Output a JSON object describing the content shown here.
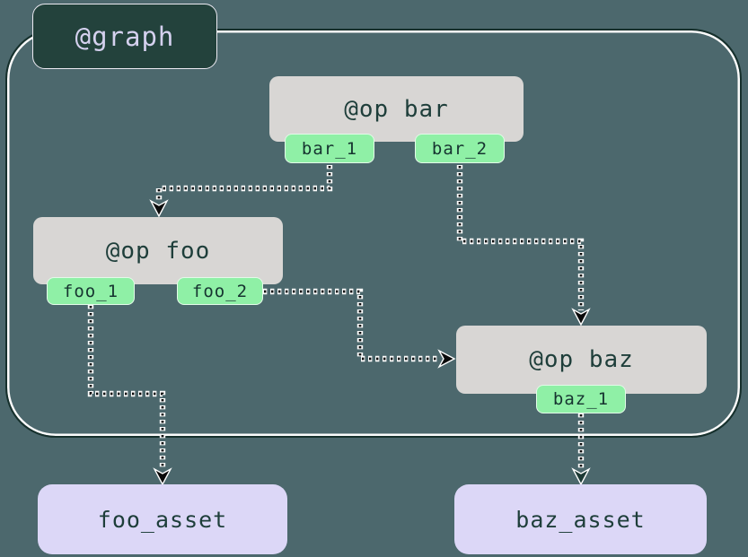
{
  "graph": {
    "label": "@graph"
  },
  "ops": [
    {
      "title": "@op bar",
      "outputs": [
        "bar_1",
        "bar_2"
      ]
    },
    {
      "title": "@op foo",
      "outputs": [
        "foo_1",
        "foo_2"
      ]
    },
    {
      "title": "@op baz",
      "outputs": [
        "baz_1"
      ]
    }
  ],
  "assets": [
    {
      "label": "foo_asset"
    },
    {
      "label": "baz_asset"
    }
  ],
  "edges": [
    {
      "from": "bar_1",
      "to": "@op foo"
    },
    {
      "from": "bar_2",
      "to": "@op baz"
    },
    {
      "from": "foo_2",
      "to": "@op baz"
    },
    {
      "from": "foo_1",
      "to": "foo_asset"
    },
    {
      "from": "baz_1",
      "to": "baz_asset"
    }
  ],
  "colors": {
    "background": "#4c686d",
    "graph_border": "#16302c",
    "graph_border_highlight": "#fbfbfb",
    "graph_label_bg": "#23423c",
    "graph_label_text": "#d5d1ef",
    "op_node_bg": "#d8d6d4",
    "op_text": "#1e3e3a",
    "output_tab_bg": "#8ff0a6",
    "output_tab_text": "#163430",
    "asset_bg": "#dcd7f7",
    "asset_text": "#1e3e3a",
    "edge_color": "#0a0a0a"
  }
}
